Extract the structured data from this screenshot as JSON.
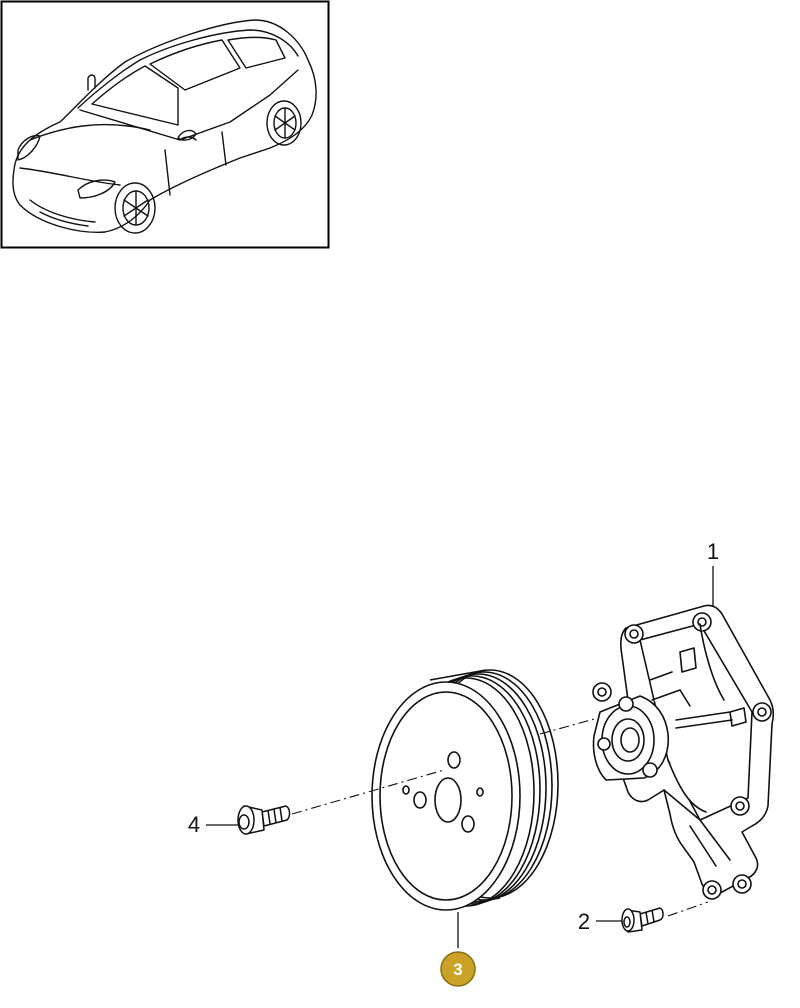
{
  "diagram": {
    "callouts": [
      {
        "id": "1",
        "label": "1"
      },
      {
        "id": "2",
        "label": "2"
      },
      {
        "id": "3",
        "label": "3",
        "highlighted": true
      },
      {
        "id": "4",
        "label": "4"
      }
    ],
    "thumbnail": {
      "subject": "car-overview",
      "framed": true
    }
  },
  "colors": {
    "line": "#111111",
    "highlight_fill": "#c9a227",
    "highlight_stroke": "#8a6d12",
    "frame": "#000000",
    "background": "#ffffff"
  },
  "icons": {
    "car": "car-overview-illustration",
    "pulley": "belt-pulley-illustration",
    "pump": "water-pump-illustration",
    "bolt": "bolt-illustration"
  }
}
